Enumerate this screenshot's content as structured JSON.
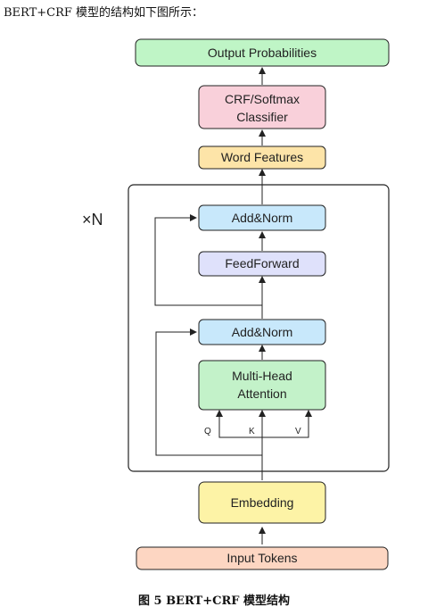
{
  "intro_text": "BERT+CRF 模型的结构如下图所示：",
  "caption": "图 5    BERT+CRF 模型结构",
  "repeat_label": "×N",
  "boxes": {
    "output": "Output Probabilities",
    "crf_line1": "CRF/Softmax",
    "crf_line2": "Classifier",
    "word_features": "Word Features",
    "add_norm_top": "Add&Norm",
    "feed_forward": "FeedForward",
    "add_norm_bottom": "Add&Norm",
    "mha_line1": "Multi-Head",
    "mha_line2": "Attention",
    "embedding": "Embedding",
    "input": "Input Tokens"
  },
  "qkv": {
    "q": "Q",
    "k": "K",
    "v": "V"
  }
}
